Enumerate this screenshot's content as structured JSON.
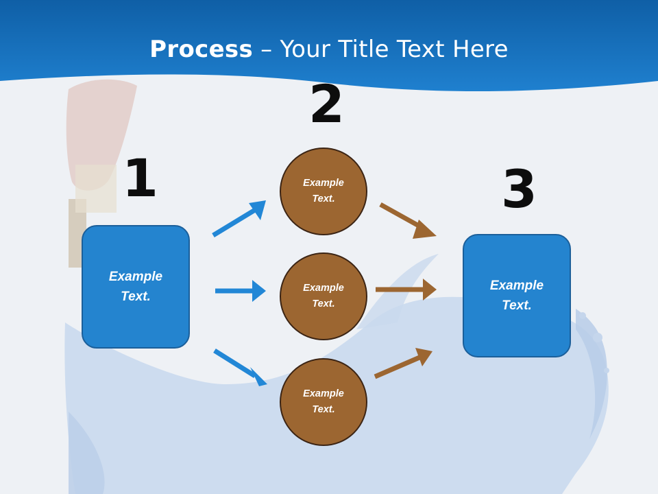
{
  "title": {
    "bold": "Process",
    "rest": " – Your Title Text Here"
  },
  "steps": [
    {
      "number": "1",
      "text": "Example\nText."
    },
    {
      "number": "2",
      "circles": [
        "Example\nText.",
        "Example\nText.",
        "Example\nText."
      ]
    },
    {
      "number": "3",
      "text": "Example\nText."
    }
  ],
  "colors": {
    "banner": "#1a73c2",
    "box": "#2484cf",
    "circle": "#9c6631",
    "blue_arrow": "#2287d6",
    "brown_arrow": "#9c6631"
  }
}
